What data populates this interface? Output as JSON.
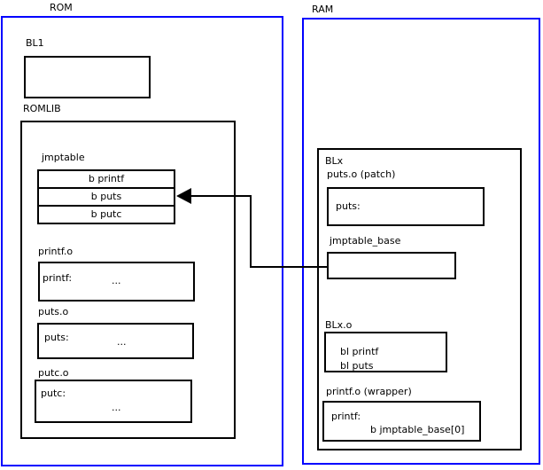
{
  "rom": {
    "title": "ROM",
    "bl1": {
      "label": "BL1"
    },
    "romlib": {
      "label": "ROMLIB",
      "jmptable": {
        "label": "jmptable",
        "rows": [
          "b printf",
          "b puts",
          "b putc"
        ]
      },
      "printf_o": {
        "label": "printf.o",
        "symbol": "printf:",
        "ellipsis": "..."
      },
      "puts_o": {
        "label": "puts.o",
        "symbol": "puts:",
        "ellipsis": "..."
      },
      "putc_o": {
        "label": "putc.o",
        "symbol": "putc:",
        "ellipsis": "..."
      }
    }
  },
  "ram": {
    "title": "RAM",
    "blx": {
      "label": "BLx",
      "puts_patch": {
        "label": "puts.o (patch)",
        "symbol": "puts:"
      },
      "jmptable_base": {
        "label": "jmptable_base"
      },
      "blx_o": {
        "label": "BLx.o",
        "line1": "bl printf",
        "line2": "bl puts"
      },
      "printf_wrapper": {
        "label": "printf.o (wrapper)",
        "symbol": "printf:",
        "body": "b jmptable_base[0]"
      }
    }
  },
  "colors": {
    "frame_blue": "#0000ff",
    "line_black": "#000000"
  }
}
